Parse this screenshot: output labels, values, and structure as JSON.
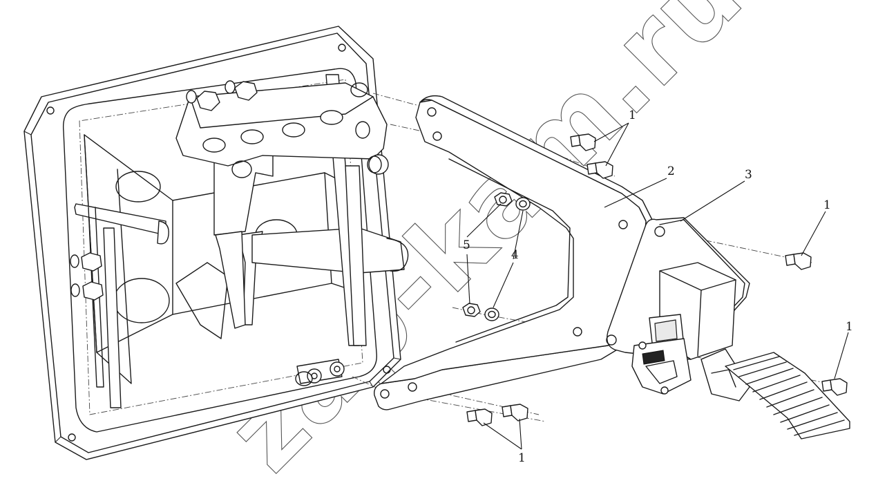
{
  "diagram": {
    "callouts": {
      "bolts_top": "1",
      "bracket": "2",
      "pedal_mount": "3",
      "bolt_right_upper": "1",
      "nut": "5",
      "washer": "4",
      "bolt_right_lower": "1",
      "bolts_bottom": "1"
    },
    "watermark": "zap-kam.ru"
  }
}
